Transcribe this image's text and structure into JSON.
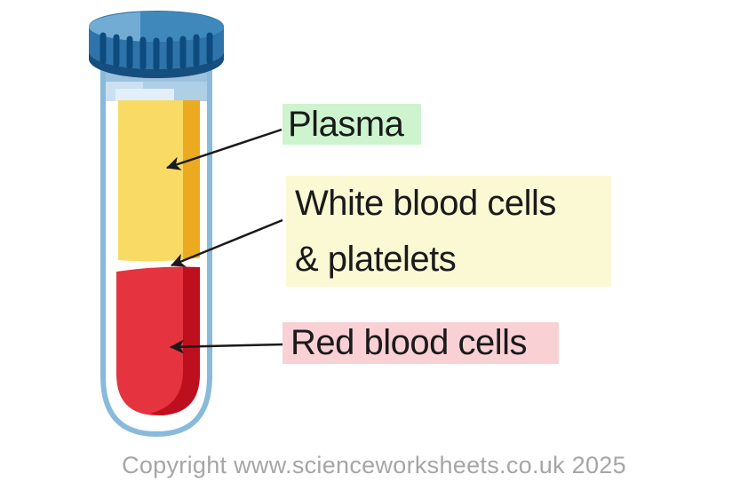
{
  "diagram": {
    "name": "Blood components test tube diagram",
    "labels": {
      "plasma": {
        "text": "Plasma",
        "bg": "#cdf4cf"
      },
      "white_cells": {
        "text": "White blood cells\n& platelets",
        "bg": "#fbf8d4"
      },
      "red_cells": {
        "text": "Red blood cells",
        "bg": "#f9d1d5"
      }
    },
    "colors": {
      "cap_blue": "#2e74aa",
      "cap_ridge_blue": "#0d4b7e",
      "cap_top_light": "#72acd4",
      "cap_top_mid": "#3e88bb",
      "cap_rim_dark": "#164e7e",
      "tube_wall_blue": "#89badc",
      "neck_tint": "#afcfe6",
      "plasma_yellow": "#f8da65",
      "plasma_shade": "#ebaa20",
      "red_cells_red": "#e53340",
      "red_cells_shade": "#be0f1f",
      "arrow_black": "#1a1a1a"
    },
    "footer": "Copyright www.scienceworksheets.co.uk 2025"
  }
}
